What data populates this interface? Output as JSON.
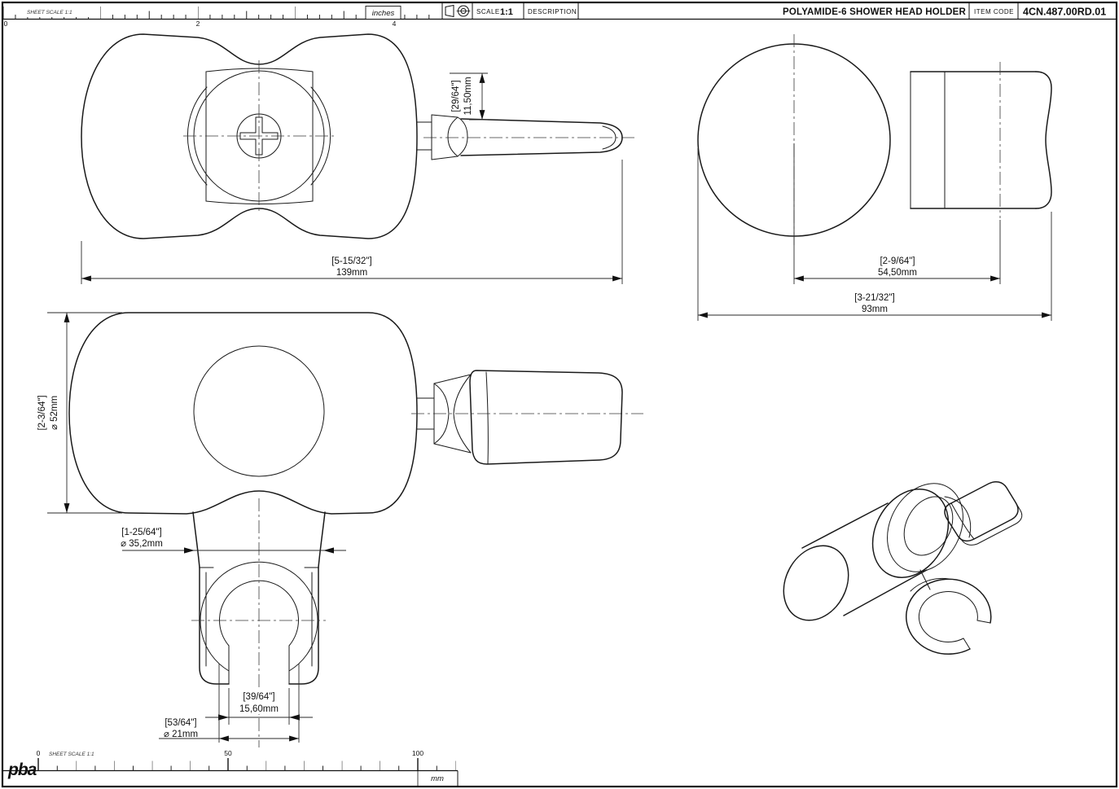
{
  "sheet": {
    "top_ruler": {
      "labels": [
        "0",
        "2",
        "4"
      ],
      "unit": "inches",
      "sheet_scale": "SHEET SCALE 1:1"
    },
    "bottom_ruler": {
      "labels": [
        "0",
        "50",
        "100"
      ],
      "unit": "mm",
      "sheet_scale": "SHEET SCALE 1:1",
      "logo": "pba"
    },
    "title_block": {
      "projection_icon": "first-angle-projection-symbol",
      "scale_label": "SCALE",
      "scale_value": "1:1",
      "description_label": "DESCRIPTION",
      "title": "POLYAMIDE-6 SHOWER HEAD HOLDER",
      "item_code_label": "ITEM CODE",
      "item_code": "4CN.487.00RD.01"
    },
    "dimensions": {
      "handle_neck": {
        "inches": "[29/64\"]",
        "mm": "11,50mm"
      },
      "overall_length": {
        "inches": "[5-15/32\"]",
        "mm": "139mm"
      },
      "clamp_offset": {
        "inches": "[2-9/64\"]",
        "mm": "54,50mm"
      },
      "overall_depth": {
        "inches": "[3-21/32\"]",
        "mm": "93mm"
      },
      "body_diameter": {
        "inches": "[2-3/64\"]",
        "mm": "⌀ 52mm"
      },
      "neck_diameter": {
        "inches": "[1-25/64\"]",
        "mm": "⌀ 35,2mm"
      },
      "slot_width": {
        "inches": "[39/64\"]",
        "mm": "15,60mm"
      },
      "cradle_bore": {
        "inches": "[53/64\"]",
        "mm": "⌀ 21mm"
      }
    }
  }
}
